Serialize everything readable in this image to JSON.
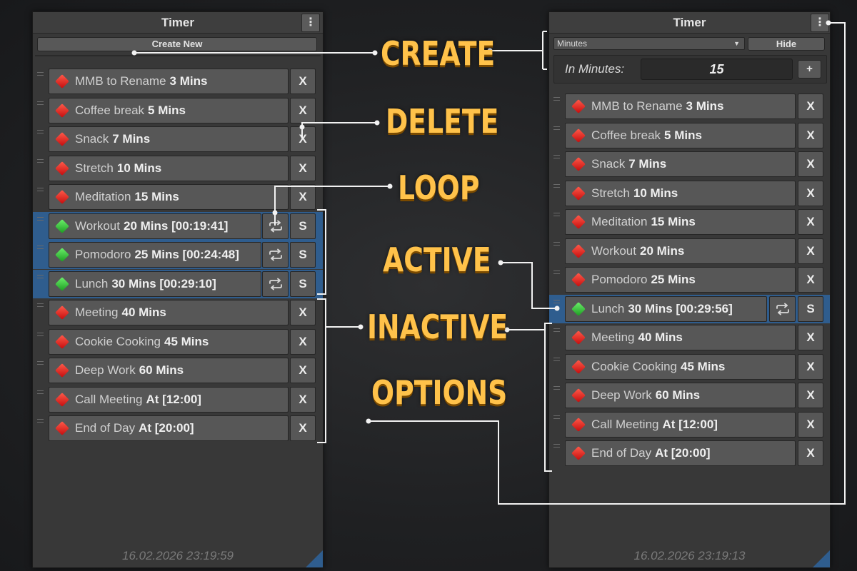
{
  "left_panel": {
    "title": "Timer",
    "menu_icon": "kebab-icon",
    "create_button": "Create New",
    "timers": [
      {
        "name": "MMB to Rename",
        "duration": "3 Mins",
        "status": "inactive",
        "action": "X"
      },
      {
        "name": "Coffee break",
        "duration": "5 Mins",
        "status": "inactive",
        "action": "X"
      },
      {
        "name": "Snack",
        "duration": "7 Mins",
        "status": "inactive",
        "action": "X"
      },
      {
        "name": "Stretch",
        "duration": "10 Mins",
        "status": "inactive",
        "action": "X"
      },
      {
        "name": "Meditation",
        "duration": "15 Mins",
        "status": "inactive",
        "action": "X"
      },
      {
        "name": "Workout",
        "duration": "20 Mins [00:19:41]",
        "status": "active",
        "action": "S"
      },
      {
        "name": "Pomodoro",
        "duration": "25 Mins [00:24:48]",
        "status": "active",
        "action": "S"
      },
      {
        "name": "Lunch",
        "duration": "30 Mins [00:29:10]",
        "status": "active",
        "action": "S"
      },
      {
        "name": "Meeting",
        "duration": "40 Mins",
        "status": "inactive",
        "action": "X"
      },
      {
        "name": "Cookie Cooking",
        "duration": "45 Mins",
        "status": "inactive",
        "action": "X"
      },
      {
        "name": "Deep Work",
        "duration": "60 Mins",
        "status": "inactive",
        "action": "X"
      },
      {
        "name": "Call Meeting",
        "duration": "At [12:00]",
        "status": "inactive",
        "action": "X"
      },
      {
        "name": "End of Day",
        "duration": "At [20:00]",
        "status": "inactive",
        "action": "X"
      }
    ],
    "footer_timestamp": "16.02.2026 23:19:59"
  },
  "right_panel": {
    "title": "Timer",
    "menu_icon": "kebab-icon",
    "unit_dropdown": "Minutes",
    "hide_button": "Hide",
    "input_label": "In Minutes:",
    "input_value": "15",
    "add_button": "+",
    "timers": [
      {
        "name": "MMB to Rename",
        "duration": "3 Mins",
        "status": "inactive",
        "action": "X"
      },
      {
        "name": "Coffee break",
        "duration": "5 Mins",
        "status": "inactive",
        "action": "X"
      },
      {
        "name": "Snack",
        "duration": "7 Mins",
        "status": "inactive",
        "action": "X"
      },
      {
        "name": "Stretch",
        "duration": "10 Mins",
        "status": "inactive",
        "action": "X"
      },
      {
        "name": "Meditation",
        "duration": "15 Mins",
        "status": "inactive",
        "action": "X"
      },
      {
        "name": "Workout",
        "duration": "20 Mins",
        "status": "inactive",
        "action": "X"
      },
      {
        "name": "Pomodoro",
        "duration": "25 Mins",
        "status": "inactive",
        "action": "X"
      },
      {
        "name": "Lunch",
        "duration": "30 Mins [00:29:56]",
        "status": "active",
        "action": "S"
      },
      {
        "name": "Meeting",
        "duration": "40 Mins",
        "status": "inactive",
        "action": "X"
      },
      {
        "name": "Cookie Cooking",
        "duration": "45 Mins",
        "status": "inactive",
        "action": "X"
      },
      {
        "name": "Deep Work",
        "duration": "60 Mins",
        "status": "inactive",
        "action": "X"
      },
      {
        "name": "Call Meeting",
        "duration": "At [12:00]",
        "status": "inactive",
        "action": "X"
      },
      {
        "name": "End of Day",
        "duration": "At [20:00]",
        "status": "inactive",
        "action": "X"
      }
    ],
    "footer_timestamp": "16.02.2026 23:19:13"
  },
  "callouts": {
    "create": "CREATE",
    "delete": "DELETE",
    "loop": "LOOP",
    "active": "ACTIVE",
    "inactive": "INACTIVE",
    "options": "OPTIONS"
  },
  "icons": {
    "loop": "loop-arrows-icon",
    "status_active": "green-diamond-icon",
    "status_inactive": "red-diamond-icon"
  },
  "colors": {
    "accent_gold": "#ffc24a",
    "active_highlight": "#2f5d8e",
    "status_active": "#3ccf3c",
    "status_inactive": "#e02020"
  }
}
